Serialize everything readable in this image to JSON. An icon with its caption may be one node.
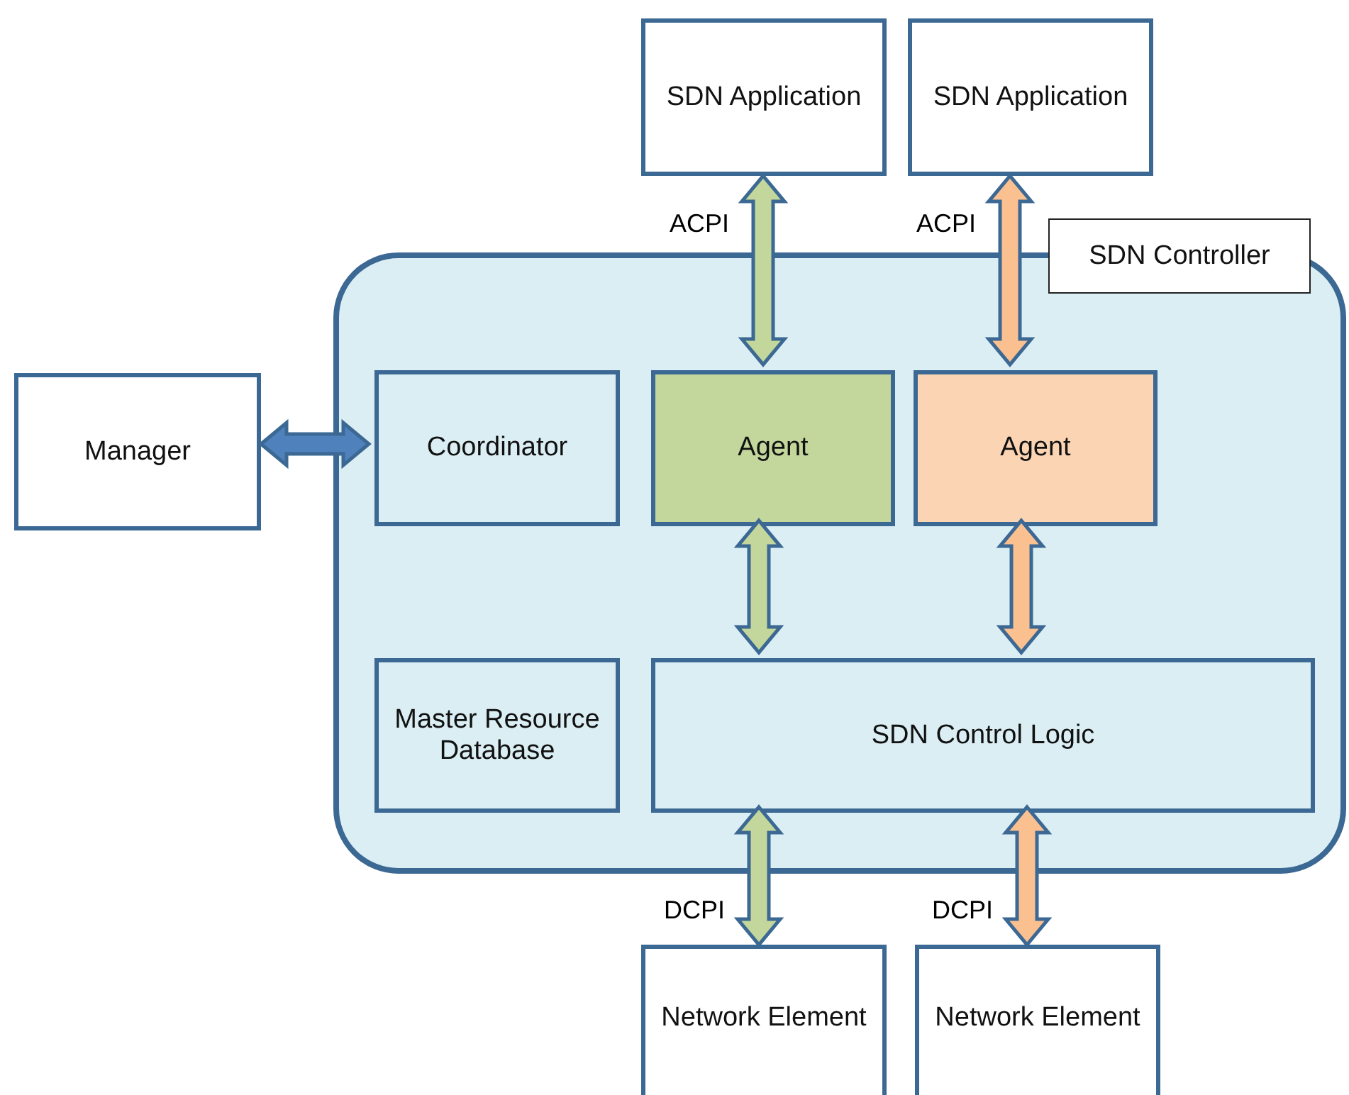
{
  "diagram": {
    "nodes": [
      {
        "text": [
          "SDN Application"
        ]
      },
      {
        "text": [
          "SDN Application"
        ]
      },
      {
        "text": [],
        "shape": "box"
      },
      {
        "text": [
          "SDN Controller"
        ]
      },
      {
        "text": [
          "Manager"
        ]
      },
      {
        "text": [
          "Coordinator"
        ],
        "in": 2
      },
      {
        "text": [
          "Agent"
        ],
        "in": 2
      },
      {
        "text": [
          "Agent"
        ],
        "in": 2
      },
      {
        "text": [
          "Master Resource Database"
        ],
        "in": 2
      },
      {
        "text": [
          "SDN Control Logic"
        ],
        "in": 2
      },
      {
        "text": [
          "Network Element"
        ]
      },
      {
        "text": [
          "Network Element"
        ]
      }
    ],
    "edges": [
      {
        "from": 0,
        "to": 6,
        "arrow": "both",
        "label": "ACPI",
        "style": "thick",
        "color": "#c3d69b"
      },
      {
        "from": 1,
        "to": 7,
        "arrow": "both",
        "label": "ACPI",
        "style": "thick",
        "color": "#fac090"
      },
      {
        "from": 4,
        "to": 5,
        "arrow": "both",
        "style": "thick",
        "color": "#4f81bd"
      },
      {
        "from": 6,
        "to": 9,
        "arrow": "both",
        "style": "thick",
        "color": "#c3d69b"
      },
      {
        "from": 7,
        "to": 9,
        "arrow": "both",
        "style": "thick",
        "color": "#fac090"
      },
      {
        "from": 9,
        "to": 10,
        "arrow": "both",
        "label": "DCPI",
        "style": "thick",
        "color": "#c3d69b"
      },
      {
        "from": 9,
        "to": 11,
        "arrow": "both",
        "label": "DCPI",
        "style": "thick",
        "color": "#fac090"
      }
    ]
  }
}
